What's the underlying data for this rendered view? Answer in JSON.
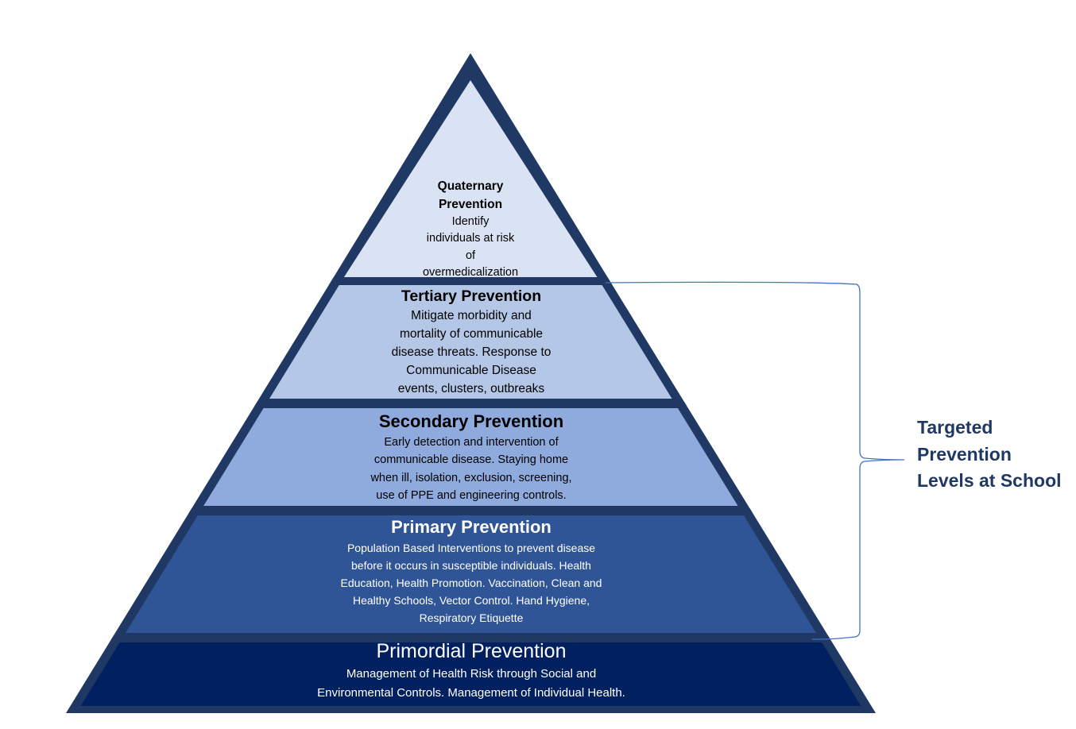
{
  "diagram": {
    "title": "Prevention Levels Pyramid",
    "colors": {
      "border": "#203864",
      "bracket": "#4472c4",
      "label": "#203864"
    },
    "tiers": [
      {
        "id": "quaternary",
        "title": "Quaternary Prevention",
        "title_lines": [
          "Quaternary",
          "Prevention"
        ],
        "body_lines": [
          "Identify",
          "individuals at risk",
          "of",
          "overmedicalization"
        ],
        "fill": "#dae3f3",
        "text_color": "#000000"
      },
      {
        "id": "tertiary",
        "title": "Tertiary Prevention",
        "title_lines": [
          "Tertiary Prevention"
        ],
        "body_lines": [
          "Mitigate morbidity and",
          "mortality of communicable",
          "disease threats. Response to",
          "Communicable Disease",
          "events, clusters, outbreaks"
        ],
        "fill": "#b4c7e7",
        "text_color": "#000000"
      },
      {
        "id": "secondary",
        "title": "Secondary Prevention",
        "title_lines": [
          "Secondary Prevention"
        ],
        "body_lines": [
          "Early detection and intervention of",
          "communicable disease. Staying home",
          "when ill, isolation, exclusion, screening,",
          "use of PPE and engineering controls."
        ],
        "fill": "#8faadc",
        "text_color": "#000000"
      },
      {
        "id": "primary",
        "title": "Primary Prevention",
        "title_lines": [
          "Primary Prevention"
        ],
        "body_lines": [
          "Population Based Interventions to prevent disease",
          "before it occurs in susceptible individuals. Health",
          "Education, Health Promotion. Vaccination, Clean and",
          "Healthy Schools, Vector Control. Hand Hygiene,",
          "Respiratory Etiquette"
        ],
        "fill": "#2f5597",
        "text_color": "#ffffff"
      },
      {
        "id": "primordial",
        "title": "Primordial Prevention",
        "title_lines": [
          "Primordial Prevention"
        ],
        "body_lines": [
          "Management of  Health Risk through Social and",
          "Environmental Controls. Management of Individual Health."
        ],
        "fill": "#002060",
        "text_color": "#ffffff"
      }
    ],
    "bracket": {
      "label_lines": [
        "Targeted",
        "Prevention",
        "Levels at School"
      ],
      "spans_tiers": [
        "tertiary",
        "secondary",
        "primary"
      ]
    }
  }
}
